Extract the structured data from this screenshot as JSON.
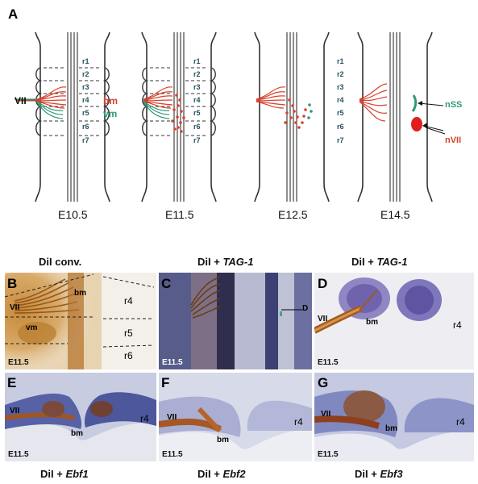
{
  "panelA": {
    "letter": "A",
    "rhombomeres": [
      "r1",
      "r2",
      "r3",
      "r4",
      "r5",
      "r6",
      "r7"
    ],
    "labels": {
      "nerve": "VII",
      "bm": "bm",
      "vm": "vm",
      "nSS": "nSS",
      "nVII": "nVII"
    },
    "stages": [
      "E10.5",
      "E11.5",
      "E12.5",
      "E14.5"
    ],
    "colors": {
      "bm": "#d9412f",
      "vm": "#2e9a78",
      "outline": "#333333",
      "rlabel": "#24545f"
    }
  },
  "captions": {
    "top": [
      "DiI conv.",
      "DiI + ",
      "DiI + "
    ],
    "top_italic": [
      "",
      "TAG-1",
      "TAG-1"
    ],
    "bottom": [
      "DiI + ",
      "DiI + ",
      "DiI + "
    ],
    "bottom_italic": [
      "Ebf1",
      "Ebf2",
      "Ebf3"
    ]
  },
  "panels": {
    "B": {
      "letter": "B",
      "age": "E11.5",
      "VII": "VII",
      "bm": "bm",
      "vm": "vm",
      "r4": "r4",
      "r5": "r5",
      "r6": "r6"
    },
    "C": {
      "letter": "C",
      "age": "E11.5",
      "D": "D"
    },
    "D": {
      "letter": "D",
      "age": "E11.5",
      "VII": "VII",
      "bm": "bm",
      "r4": "r4"
    },
    "E": {
      "letter": "E",
      "age": "E11.5",
      "VII": "VII",
      "bm": "bm",
      "r4": "r4"
    },
    "F": {
      "letter": "F",
      "age": "E11.5",
      "VII": "VII",
      "bm": "bm",
      "r4": "r4"
    },
    "G": {
      "letter": "G",
      "age": "E11.5",
      "VII": "VII",
      "bm": "bm",
      "r4": "r4"
    }
  }
}
